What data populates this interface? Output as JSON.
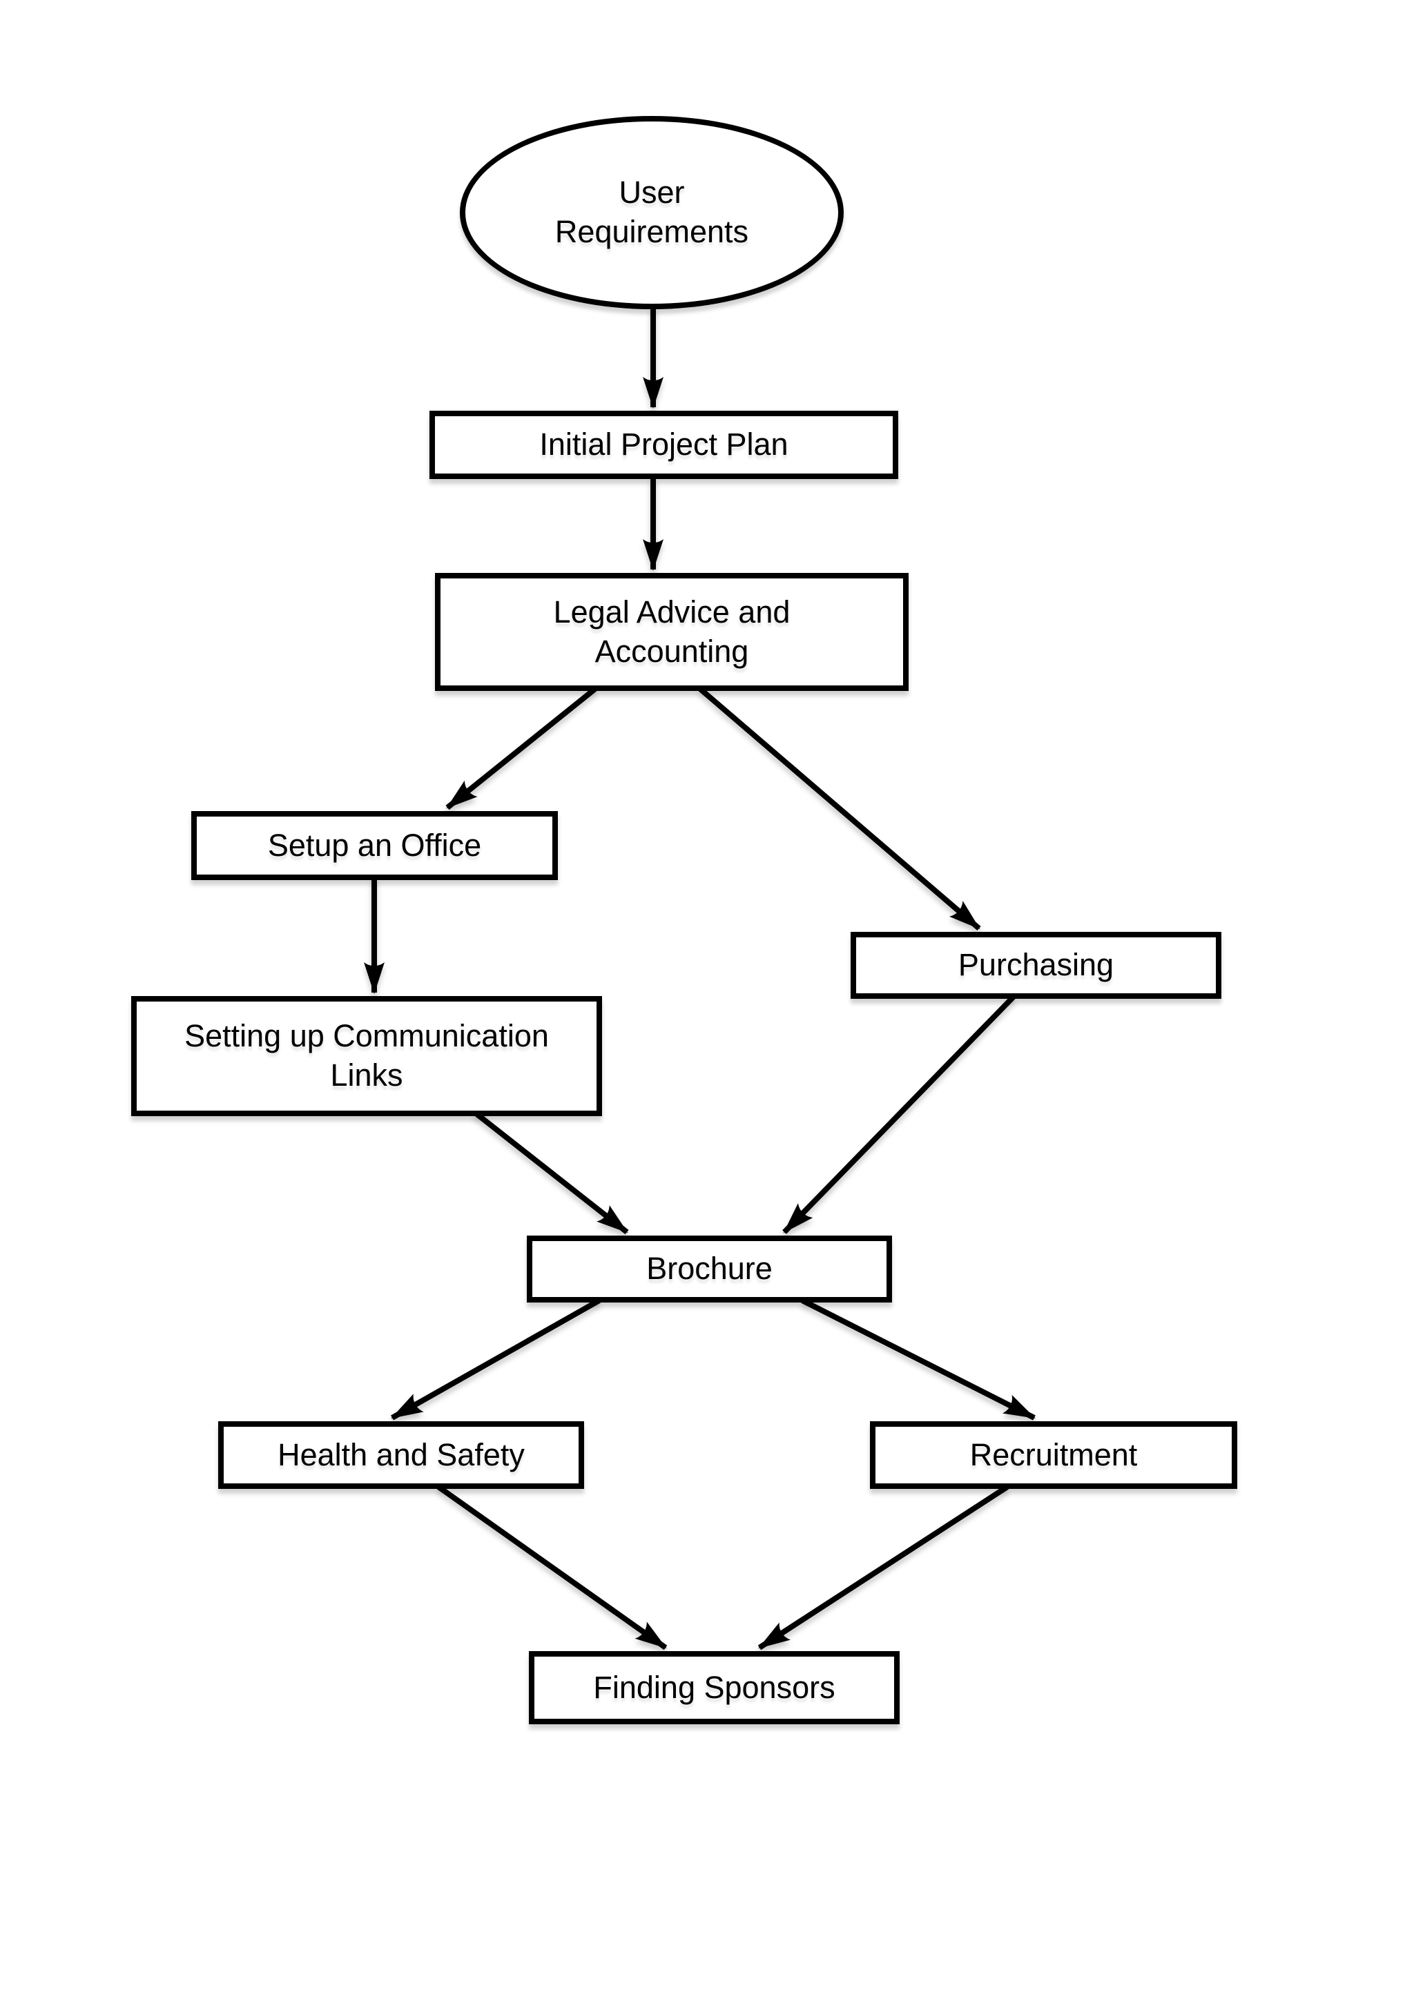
{
  "diagram": {
    "type": "flowchart",
    "background_color": "#ffffff",
    "stroke_color": "#000000",
    "text_color": "#000000",
    "nodes": [
      {
        "id": "user-requirements",
        "shape": "ellipse",
        "label": "User\nRequirements"
      },
      {
        "id": "initial-project-plan",
        "shape": "rect",
        "label": "Initial Project Plan"
      },
      {
        "id": "legal-advice-and-accounting",
        "shape": "rect",
        "label": "Legal Advice and\nAccounting"
      },
      {
        "id": "setup-an-office",
        "shape": "rect",
        "label": "Setup an Office"
      },
      {
        "id": "purchasing",
        "shape": "rect",
        "label": "Purchasing"
      },
      {
        "id": "setting-up-communication-links",
        "shape": "rect",
        "label": "Setting up Communication\nLinks"
      },
      {
        "id": "brochure",
        "shape": "rect",
        "label": "Brochure"
      },
      {
        "id": "health-and-safety",
        "shape": "rect",
        "label": "Health and Safety"
      },
      {
        "id": "recruitment",
        "shape": "rect",
        "label": "Recruitment"
      },
      {
        "id": "finding-sponsors",
        "shape": "rect",
        "label": "Finding Sponsors"
      }
    ],
    "edges": [
      {
        "from": "user-requirements",
        "to": "initial-project-plan"
      },
      {
        "from": "initial-project-plan",
        "to": "legal-advice-and-accounting"
      },
      {
        "from": "legal-advice-and-accounting",
        "to": "setup-an-office"
      },
      {
        "from": "legal-advice-and-accounting",
        "to": "purchasing"
      },
      {
        "from": "setup-an-office",
        "to": "setting-up-communication-links"
      },
      {
        "from": "setting-up-communication-links",
        "to": "brochure"
      },
      {
        "from": "purchasing",
        "to": "brochure"
      },
      {
        "from": "brochure",
        "to": "health-and-safety"
      },
      {
        "from": "brochure",
        "to": "recruitment"
      },
      {
        "from": "health-and-safety",
        "to": "finding-sponsors"
      },
      {
        "from": "recruitment",
        "to": "finding-sponsors"
      }
    ]
  }
}
